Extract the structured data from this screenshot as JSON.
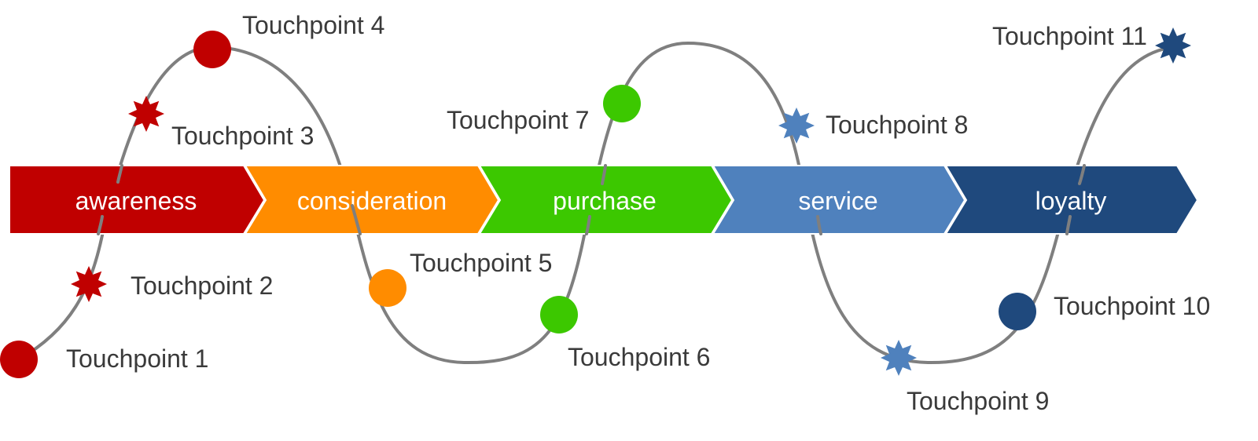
{
  "stages": [
    {
      "label": "awareness",
      "color": "#c00000"
    },
    {
      "label": "consideration",
      "color": "#ff8c00"
    },
    {
      "label": "purchase",
      "color": "#3cc800"
    },
    {
      "label": "service",
      "color": "#4f81bd"
    },
    {
      "label": "loyalty",
      "color": "#1f497d"
    }
  ],
  "touchpoints": [
    {
      "label": "Touchpoint 1",
      "marker": "circle",
      "color": "#c00000"
    },
    {
      "label": "Touchpoint 2",
      "marker": "star",
      "color": "#c00000"
    },
    {
      "label": "Touchpoint 3",
      "marker": "star",
      "color": "#c00000"
    },
    {
      "label": "Touchpoint 4",
      "marker": "circle",
      "color": "#c00000"
    },
    {
      "label": "Touchpoint 5",
      "marker": "circle",
      "color": "#ff8c00"
    },
    {
      "label": "Touchpoint 6",
      "marker": "circle",
      "color": "#3cc800"
    },
    {
      "label": "Touchpoint 7",
      "marker": "circle",
      "color": "#3cc800"
    },
    {
      "label": "Touchpoint 8",
      "marker": "star",
      "color": "#4f81bd"
    },
    {
      "label": "Touchpoint 9",
      "marker": "star",
      "color": "#4f81bd"
    },
    {
      "label": "Touchpoint 10",
      "marker": "circle",
      "color": "#1f497d"
    },
    {
      "label": "Touchpoint 11",
      "marker": "star",
      "color": "#1f497d"
    }
  ],
  "curve_color": "#7f7f7f"
}
